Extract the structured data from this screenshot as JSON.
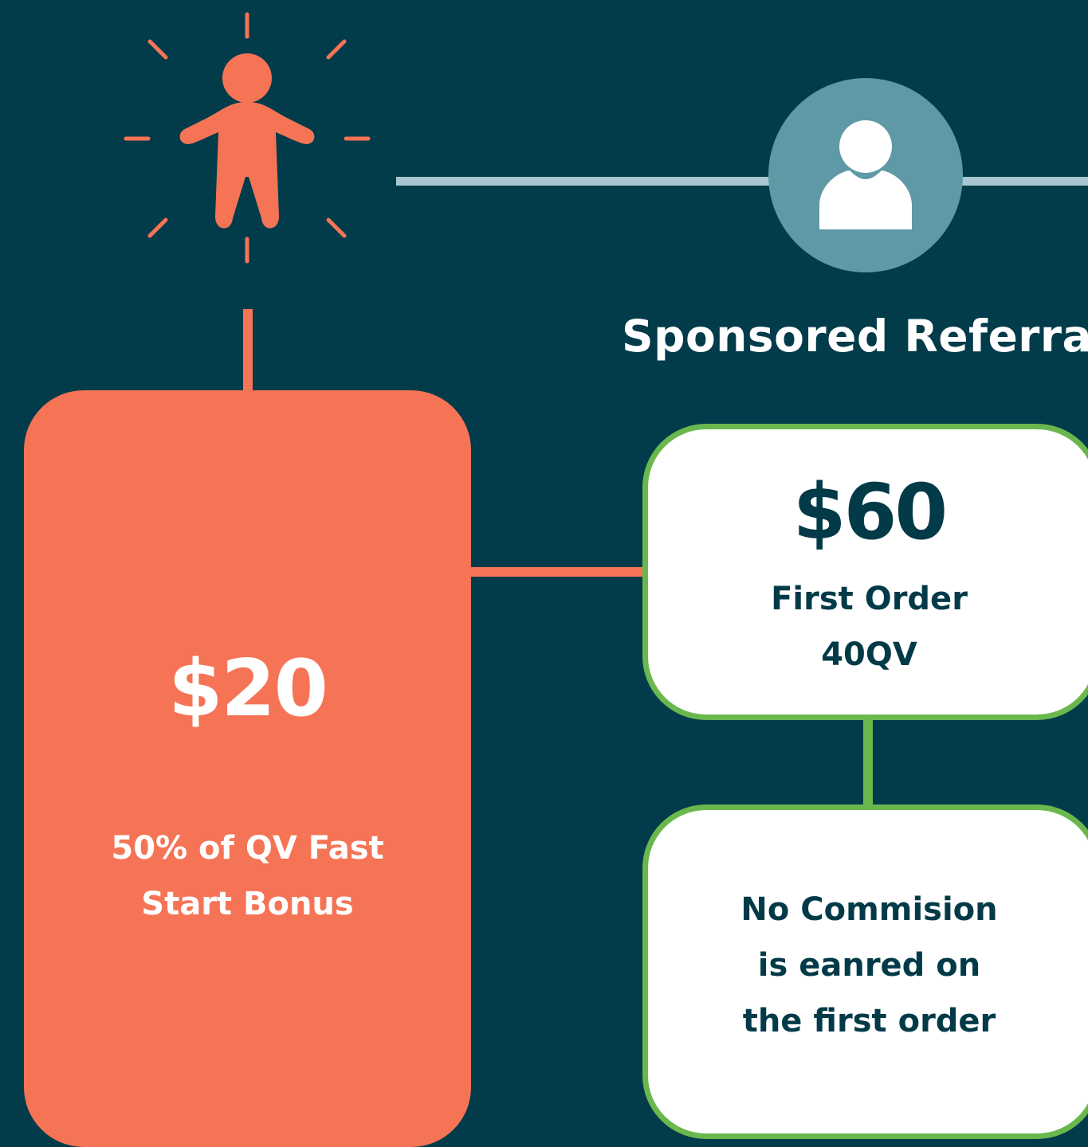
{
  "colors": {
    "background": "#023b4a",
    "accent_orange": "#f57456",
    "accent_green": "#6ab84d",
    "connector_light": "#a9c6d3",
    "avatar_teal": "#5f99a6",
    "text_dark": "#033a48",
    "text_light": "#ffffff"
  },
  "icons": {
    "you": "person-radiating-icon",
    "referral": "user-avatar-icon"
  },
  "referral": {
    "title": "Sponsored Referral"
  },
  "fast_start": {
    "amount": "$20",
    "description_line1": "50% of QV Fast",
    "description_line2": "Start Bonus"
  },
  "first_order": {
    "amount": "$60",
    "label": "First Order",
    "qv": "40QV"
  },
  "commission_note": {
    "line1": "No Commision",
    "line2": "is eanred on",
    "line3": "the first order"
  }
}
